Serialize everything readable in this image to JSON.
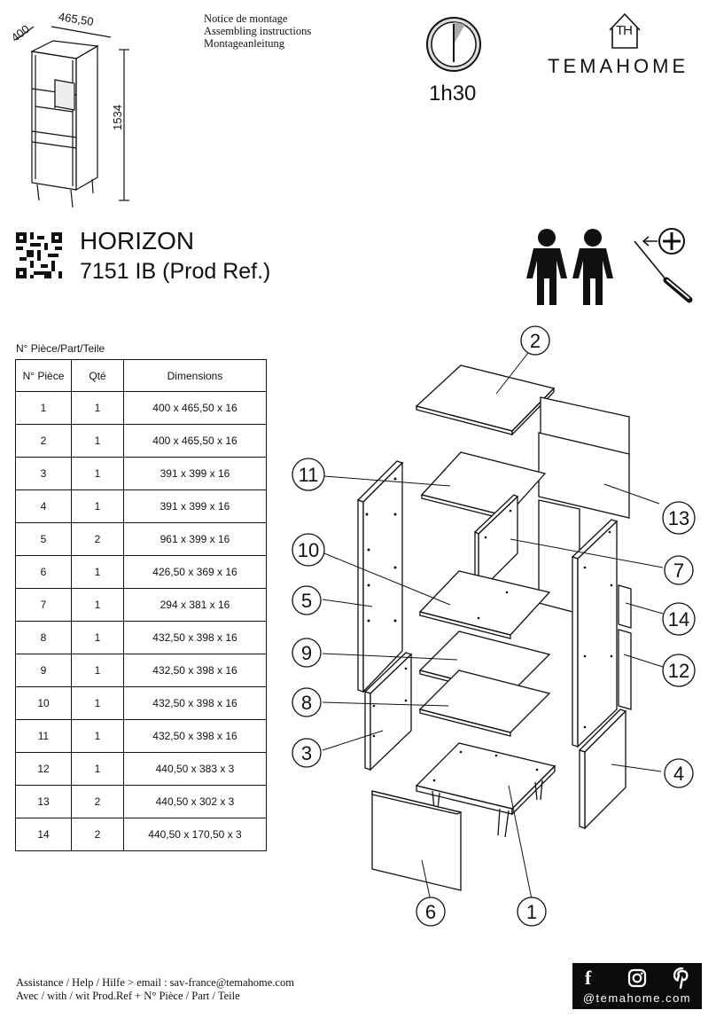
{
  "overview": {
    "dim_width": "465,50",
    "dim_depth": "400",
    "dim_height": "1534"
  },
  "notice": [
    "Notice de montage",
    "Assembling instructions",
    "Montageanleitung"
  ],
  "time": "1h30",
  "brand": {
    "logo_letters": "TH",
    "name": "TEMAHOME"
  },
  "product": {
    "name": "HORIZON",
    "ref": "7151 IB (Prod Ref.)"
  },
  "parts": {
    "caption": "N° Pièce/Part/Teile",
    "headers": [
      "N° Pièce",
      "Qté",
      "Dimensions"
    ],
    "rows": [
      [
        "1",
        "1",
        "400 x 465,50 x 16"
      ],
      [
        "2",
        "1",
        "400 x 465,50 x 16"
      ],
      [
        "3",
        "1",
        "391 x 399 x 16"
      ],
      [
        "4",
        "1",
        "391 x 399 x 16"
      ],
      [
        "5",
        "2",
        "961 x 399 x 16"
      ],
      [
        "6",
        "1",
        "426,50 x 369 x 16"
      ],
      [
        "7",
        "1",
        "294 x 381 x 16"
      ],
      [
        "8",
        "1",
        "432,50 x 398 x 16"
      ],
      [
        "9",
        "1",
        "432,50 x 398 x 16"
      ],
      [
        "10",
        "1",
        "432,50 x 398 x 16"
      ],
      [
        "11",
        "1",
        "432,50 x 398 x 16"
      ],
      [
        "12",
        "1",
        "440,50 x 383 x 3"
      ],
      [
        "13",
        "2",
        "440,50 x 302 x 3"
      ],
      [
        "14",
        "2",
        "440,50 x 170,50 x 3"
      ]
    ]
  },
  "callouts": {
    "c1": "1",
    "c2": "2",
    "c3": "3",
    "c4": "4",
    "c5": "5",
    "c6": "6",
    "c7": "7",
    "c8": "8",
    "c9": "9",
    "c10": "10",
    "c11": "11",
    "c12": "12",
    "c13": "13",
    "c14": "14"
  },
  "assistance": {
    "line1": "Assistance / Help / Hilfe > email : sav-france@temahome.com",
    "line2": "Avec / with / wit  Prod.Ref + N° Pièce / Part / Teile"
  },
  "social": {
    "handle": "@temahome.com",
    "icons": [
      "facebook-icon",
      "instagram-icon",
      "pinterest-icon"
    ]
  }
}
